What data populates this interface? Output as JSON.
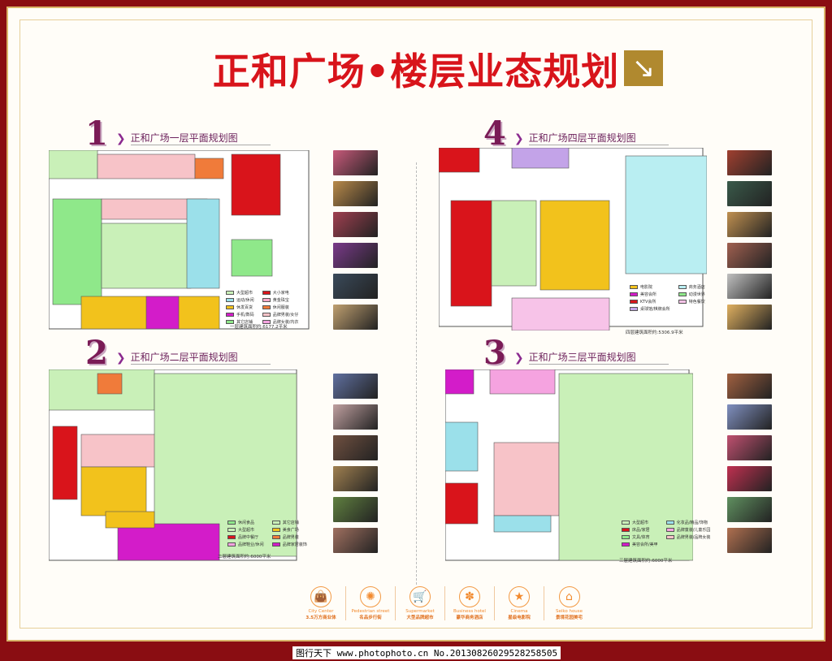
{
  "title": "正和广场•楼层业态规划",
  "title_icon": "arrow-down-right-icon",
  "floors": [
    {
      "num": "1",
      "heading": "正和广场一层平面规划图",
      "area": "一层建筑面积约:6177.2平米",
      "legend": [
        {
          "label": "大型超市",
          "color": "#c9f0b8"
        },
        {
          "label": "大小家电",
          "color": "#d9141b"
        },
        {
          "label": "运动/休闲",
          "color": "#9be0ea"
        },
        {
          "label": "黄金珠宝",
          "color": "#f9a9c8"
        },
        {
          "label": "休发百货",
          "color": "#f2c21c"
        },
        {
          "label": "休闲服装",
          "color": "#f07b3a"
        },
        {
          "label": "手机/数码",
          "color": "#d31cc9"
        },
        {
          "label": "品牌男装/女仔",
          "color": "#f7c3c8"
        },
        {
          "label": "其它店铺",
          "color": "#8fe88a"
        },
        {
          "label": "品牌女装/内衣",
          "color": "#f5a3e0"
        }
      ]
    },
    {
      "num": "4",
      "heading": "正和广场四层平面规划图",
      "area": "四层建筑面积约:5306.9平米",
      "legend": [
        {
          "label": "电影院",
          "color": "#f2c21c"
        },
        {
          "label": "商务酒店",
          "color": "#b9eef2"
        },
        {
          "label": "美容会所",
          "color": "#d31cc9"
        },
        {
          "label": "动漫世界",
          "color": "#8fe88a"
        },
        {
          "label": "KTV会所",
          "color": "#d9141b"
        },
        {
          "label": "特色餐饮",
          "color": "#f7c3e8"
        },
        {
          "label": "桌球馆/棋牌会所",
          "color": "#c3a3e8"
        }
      ]
    },
    {
      "num": "2",
      "heading": "正和广场二层平面规划图",
      "area": "二层建筑面积约:6000平米",
      "legend": [
        {
          "label": "休闲食品",
          "color": "#8fe88a"
        },
        {
          "label": "其它店铺",
          "color": "#c9f0b8"
        },
        {
          "label": "大型超市",
          "color": "#c9f0b8"
        },
        {
          "label": "美食广场",
          "color": "#f2c21c"
        },
        {
          "label": "品牌中餐厅",
          "color": "#d9141b"
        },
        {
          "label": "品牌男装",
          "color": "#f07b3a"
        },
        {
          "label": "品牌鞋业/休闲",
          "color": "#f5a3e0"
        },
        {
          "label": "品牌家居装饰",
          "color": "#d31cc9"
        }
      ]
    },
    {
      "num": "3",
      "heading": "正和广场三层平面规划图",
      "area": "三层建筑面积约:6000平米",
      "legend": [
        {
          "label": "大型超市",
          "color": "#c9f0b8"
        },
        {
          "label": "化妆品/精品/饰物",
          "color": "#9be0ea"
        },
        {
          "label": "床品/家居",
          "color": "#d9141b"
        },
        {
          "label": "品牌童装/儿童乐园",
          "color": "#f5a3e0"
        },
        {
          "label": "文具/体育",
          "color": "#8fe88a"
        },
        {
          "label": "品牌男装/品牌女装",
          "color": "#f7c3c8"
        },
        {
          "label": "美容会所/美甲",
          "color": "#d31cc9"
        }
      ]
    }
  ],
  "icons": [
    {
      "icon": "shopping-bag-icon",
      "en": "City Center",
      "cn": "3.5万方商业体"
    },
    {
      "icon": "flower-icon",
      "en": "Pedestrian street",
      "cn": "名品步行街"
    },
    {
      "icon": "shopping-cart-icon",
      "en": "Supermarket",
      "cn": "大型品牌超市"
    },
    {
      "icon": "tree-icon",
      "en": "Business hotel",
      "cn": "豪华商务酒店"
    },
    {
      "icon": "cinema-icon",
      "en": "Cinema",
      "cn": "星级电影院"
    },
    {
      "icon": "house-icon",
      "en": "Seiko house",
      "cn": "景境花园美宅"
    }
  ],
  "footer": "图行天下 www.photophoto.cn  No.20130826029528258505"
}
